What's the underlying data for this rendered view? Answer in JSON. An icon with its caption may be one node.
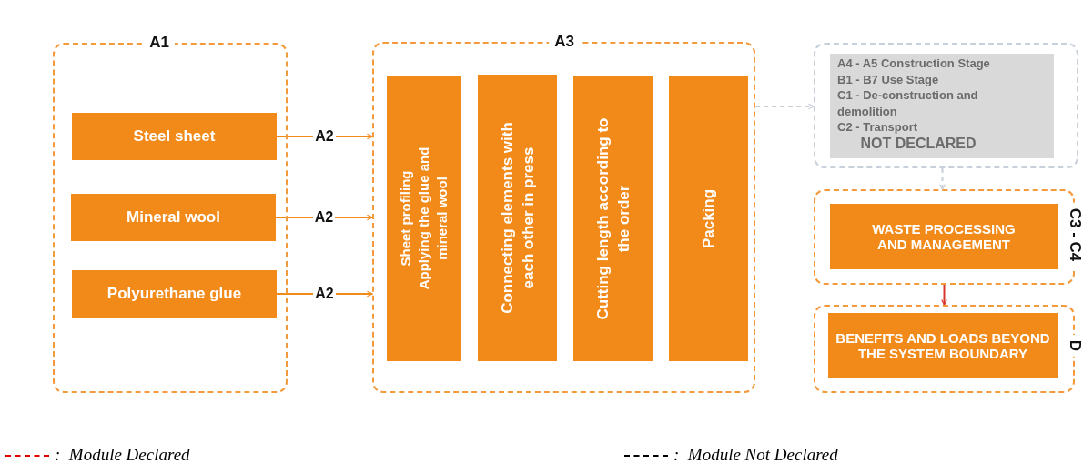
{
  "diagram": {
    "nodes": [
      {
        "text": [
          "A1"
        ]
      },
      {
        "text": [
          "Steel sheet"
        ],
        "in": 0
      },
      {
        "text": [
          "Mineral wool"
        ],
        "in": 0
      },
      {
        "text": [
          "Polyurethane glue"
        ],
        "in": 0
      },
      {
        "text": [
          "A3"
        ]
      },
      {
        "text": [
          "Sheet profiling",
          "Applying the glue and mineral wool"
        ],
        "in": 4
      },
      {
        "text": [
          "Connecting elements with each other in press"
        ],
        "in": 4
      },
      {
        "text": [
          "Cutting length according to the order"
        ],
        "in": 4
      },
      {
        "text": [
          "Packing"
        ],
        "in": 4
      },
      {
        "text": [],
        "shape": "box"
      },
      {
        "text": [
          "A4 - A5 Construction Stage",
          "B1 - B7 Use Stage",
          "C1 - De-construction and demolition",
          "C2 - Transport",
          "NOT DECLARED"
        ],
        "in": 9
      },
      {
        "text": [
          "C3 - C4"
        ]
      },
      {
        "text": [
          "WASTE PROCESSING AND MANAGEMENT"
        ],
        "in": 11
      },
      {
        "text": [
          "D"
        ]
      },
      {
        "text": [
          "BENEFITS AND LOADS BEYOND THE SYSTEM BOUNDARY"
        ],
        "in": 13
      }
    ],
    "edges": [
      {
        "from": 1,
        "to": 4,
        "arrow": "to",
        "label": "A2"
      },
      {
        "from": 2,
        "to": 4,
        "arrow": "to",
        "label": "A2"
      },
      {
        "from": 3,
        "to": 4,
        "arrow": "to",
        "label": "A2"
      },
      {
        "from": 4,
        "to": 9,
        "arrow": "to",
        "style": "dashed",
        "color": "#c8d0da"
      },
      {
        "from": 9,
        "to": 11,
        "arrow": "to",
        "style": "dashed",
        "color": "#c8d0da"
      },
      {
        "from": 11,
        "to": 13,
        "arrow": "to",
        "color": "#d9342b"
      }
    ],
    "legend": [
      {
        "text": ":  Module Declared",
        "color": "#e00000"
      },
      {
        "text": ":  Module Not Declared",
        "color": "#000000"
      }
    ]
  }
}
